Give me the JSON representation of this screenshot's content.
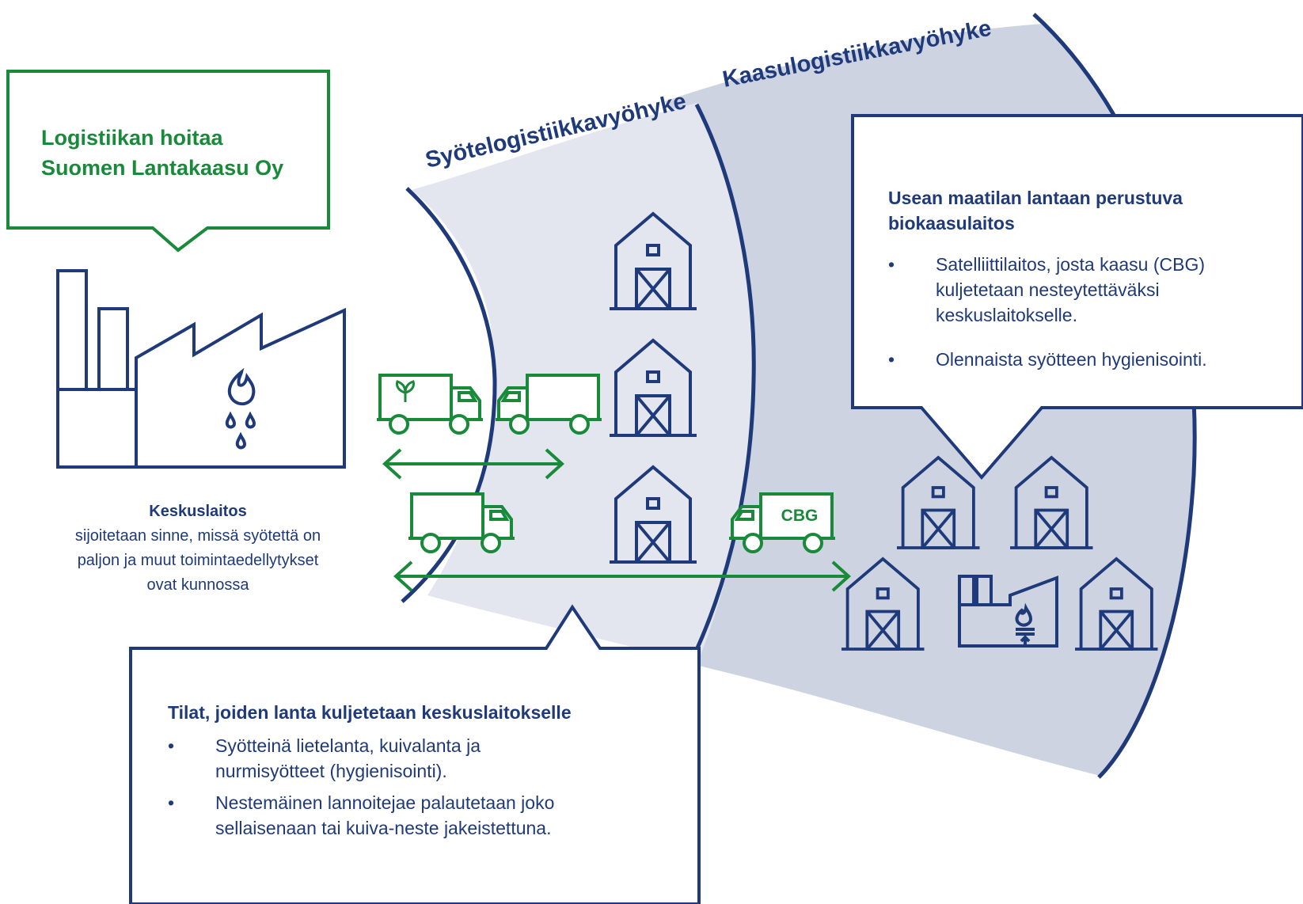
{
  "colors": {
    "navy": "#1f3a7a",
    "green": "#188a3a",
    "zone_light": "#e3e6ef",
    "zone_dark": "#cdd3e1"
  },
  "zones": {
    "feed_label": "Syötelogistiikkavyöhyke",
    "gas_label": "Kaasulogistiikkavyöhyke"
  },
  "logistics_callout": {
    "line1": "Logistiikan hoitaa",
    "line2": "Suomen Lantakaasu Oy"
  },
  "central_plant": {
    "title": "Keskuslaitos",
    "desc": [
      "sijoitetaan sinne, missä syötettä on",
      "paljon ja muut toimintaedellytykset",
      "ovat kunnossa"
    ]
  },
  "satellite_box": {
    "title": [
      "Usean maatilan lantaan perustuva",
      "biokaasulaitos"
    ],
    "bullet_symbol": "•",
    "bullets": [
      [
        "Satelliittilaitos, josta kaasu (CBG)",
        "kuljetetaan nesteytettäväksi",
        "keskuslaitokselle."
      ],
      [
        "Olennaista syötteen hygienisointi."
      ]
    ]
  },
  "farms_box": {
    "title": "Tilat, joiden lanta kuljetetaan keskuslaitokselle",
    "bullet_symbol": "•",
    "bullets": [
      [
        "Syötteinä lietelanta, kuivalanta ja",
        "nurmisyötteet (hygienisointi)."
      ],
      [
        "Nestemäinen lannoitejae palautetaan joko",
        "sellaisenaan tai kuiva-neste jakeistettuna."
      ]
    ]
  },
  "truck_label": "CBG",
  "icons": [
    "factory-icon",
    "flame-drop-icon",
    "barn-icon",
    "truck-icon",
    "sprout-icon",
    "double-arrow-icon",
    "biogas-plant-icon"
  ]
}
